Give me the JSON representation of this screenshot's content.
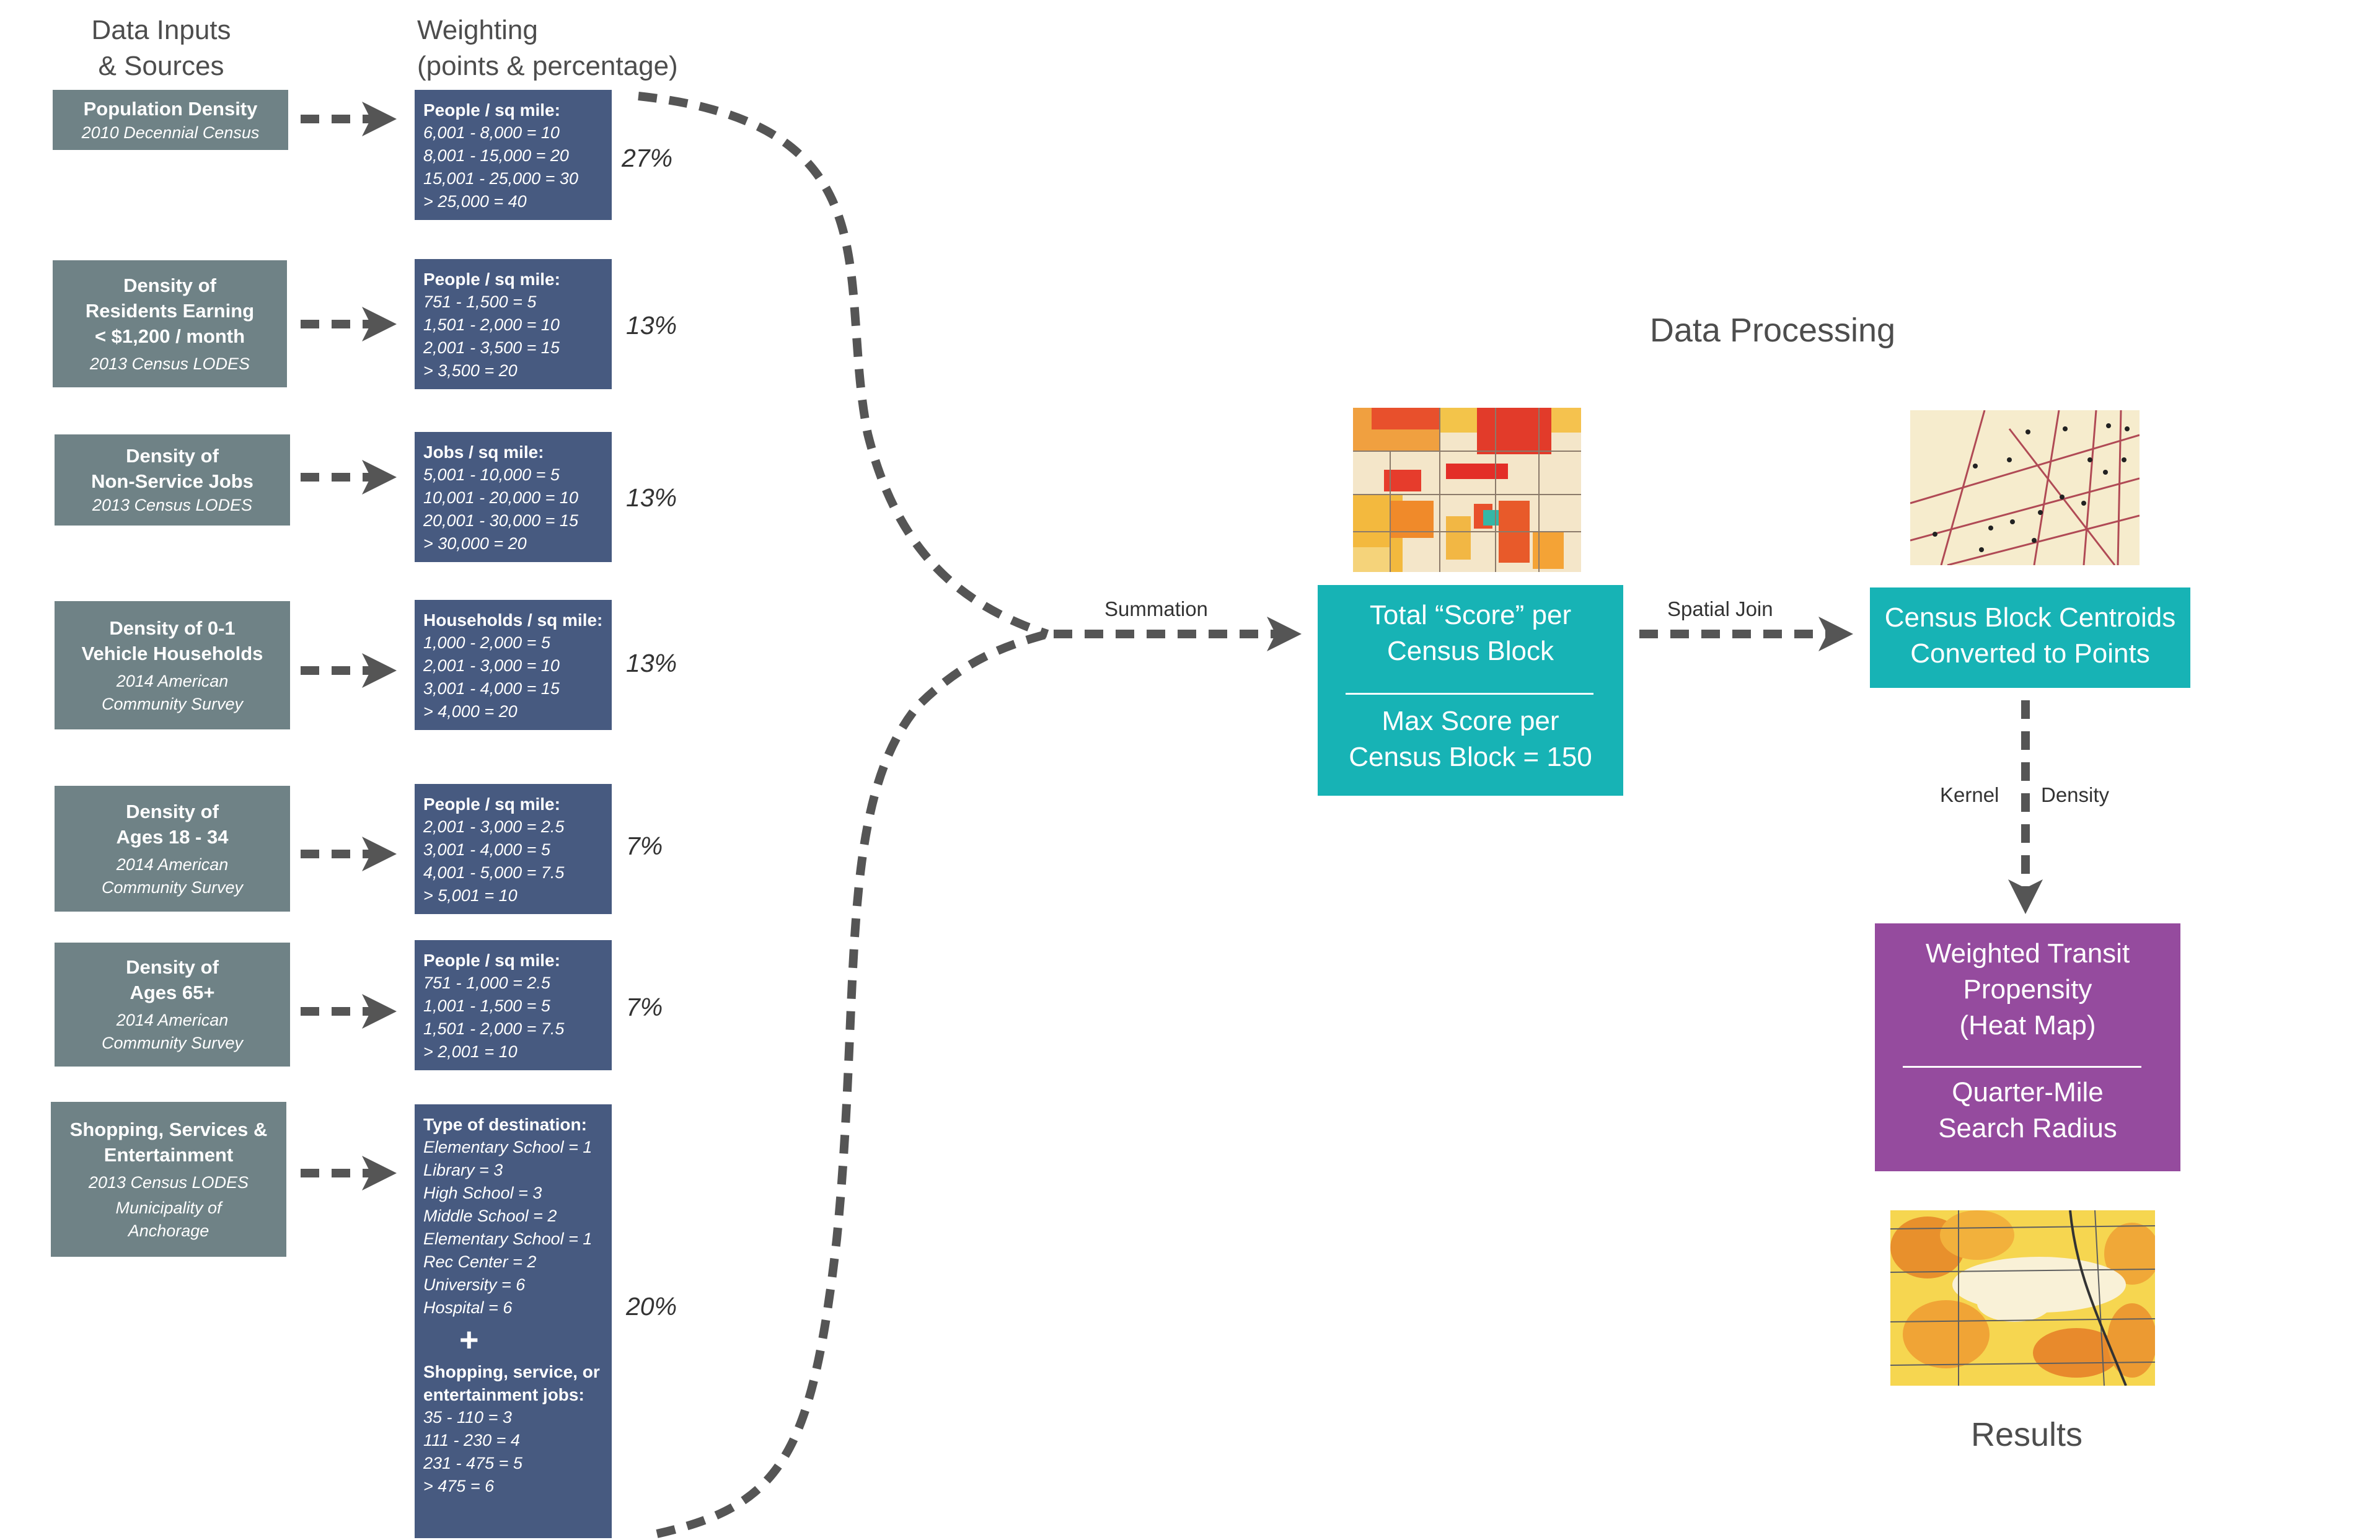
{
  "headers": {
    "inputs_line1": "Data Inputs",
    "inputs_line2": "& Sources",
    "weighting_line1": "Weighting",
    "weighting_line2": "(points & percentage)",
    "processing": "Data Processing",
    "results": "Results"
  },
  "sources": [
    {
      "lines": [
        "Population Density"
      ],
      "sub": [
        "2010 Decennial Census"
      ]
    },
    {
      "lines": [
        "Density of",
        "Residents Earning",
        "< $1,200 / month"
      ],
      "sub": [
        "2013 Census LODES"
      ]
    },
    {
      "lines": [
        "Density of",
        "Non-Service Jobs"
      ],
      "sub": [
        "2013 Census LODES"
      ]
    },
    {
      "lines": [
        "Density of 0-1",
        "Vehicle Households"
      ],
      "sub": [
        "2014 American",
        "Community Survey"
      ]
    },
    {
      "lines": [
        "Density of",
        "Ages 18 - 34"
      ],
      "sub": [
        "2014 American",
        "Community Survey"
      ]
    },
    {
      "lines": [
        "Density of",
        "Ages 65+"
      ],
      "sub": [
        "2014 American",
        "Community Survey"
      ]
    },
    {
      "lines": [
        "Shopping, Services &",
        "Entertainment"
      ],
      "sub": [
        "2013 Census LODES",
        "Municipality of",
        "Anchorage"
      ]
    }
  ],
  "weights": [
    {
      "header": "People / sq mile:",
      "rows": [
        "6,001 - 8,000 = 10",
        "8,001 - 15,000 = 20",
        "15,001 - 25,000 = 30",
        "> 25,000 = 40"
      ],
      "percent": "27%"
    },
    {
      "header": "People / sq mile:",
      "rows": [
        "751 - 1,500 = 5",
        "1,501 - 2,000 = 10",
        "2,001 - 3,500 = 15",
        "> 3,500 = 20"
      ],
      "percent": "13%"
    },
    {
      "header": "Jobs / sq mile:",
      "rows": [
        "5,001 - 10,000 = 5",
        "10,001 - 20,000 = 10",
        "20,001 - 30,000 = 15",
        "> 30,000 = 20"
      ],
      "percent": "13%"
    },
    {
      "header": "Households / sq mile:",
      "rows": [
        "1,000 - 2,000 = 5",
        "2,001 - 3,000 = 10",
        "3,001 - 4,000 = 15",
        "> 4,000 = 20"
      ],
      "percent": "13%"
    },
    {
      "header": "People / sq mile:",
      "rows": [
        "2,001 - 3,000 = 2.5",
        "3,001 - 4,000 = 5",
        "4,001 - 5,000 = 7.5",
        "> 5,001 = 10"
      ],
      "percent": "7%"
    },
    {
      "header": "People / sq mile:",
      "rows": [
        "751 - 1,000 = 2.5",
        "1,001 - 1,500 = 5",
        "1,501 - 2,000 = 7.5",
        "> 2,001 = 10"
      ],
      "percent": "7%"
    },
    {
      "header": "Type of destination:",
      "rows": [
        "Elementary School = 1",
        "Library = 3",
        "High School = 3",
        "Middle School = 2",
        "Elementary School = 1",
        "Rec Center = 2",
        "University = 6",
        "Hospital = 6"
      ],
      "plus": "+",
      "header2": [
        "Shopping, service, or",
        "entertainment jobs:"
      ],
      "rows2": [
        "35 - 110 = 3",
        "111 - 230 = 4",
        "231 - 475 = 5",
        "> 475 = 6"
      ],
      "percent": "20%"
    }
  ],
  "flow": {
    "summation": "Summation",
    "spatial_join": "Spatial Join",
    "kernel": "Kernel",
    "density": "Density"
  },
  "score_box": {
    "line1": "Total “Score” per",
    "line2": "Census Block",
    "line3": "Max Score per",
    "line4": "Census Block = 150"
  },
  "centroid_box": {
    "line1": "Census Block Centroids",
    "line2": "Converted to Points"
  },
  "result_box": {
    "line1": "Weighted Transit",
    "line2": "Propensity",
    "line3": "(Heat Map)",
    "line4": "Quarter-Mile",
    "line5": "Search Radius"
  },
  "colors": {
    "source_box": "#6f8286",
    "weight_box": "#475a80",
    "teal_box": "#17b3b5",
    "purple_box": "#954b9e",
    "arrow": "#555555"
  }
}
